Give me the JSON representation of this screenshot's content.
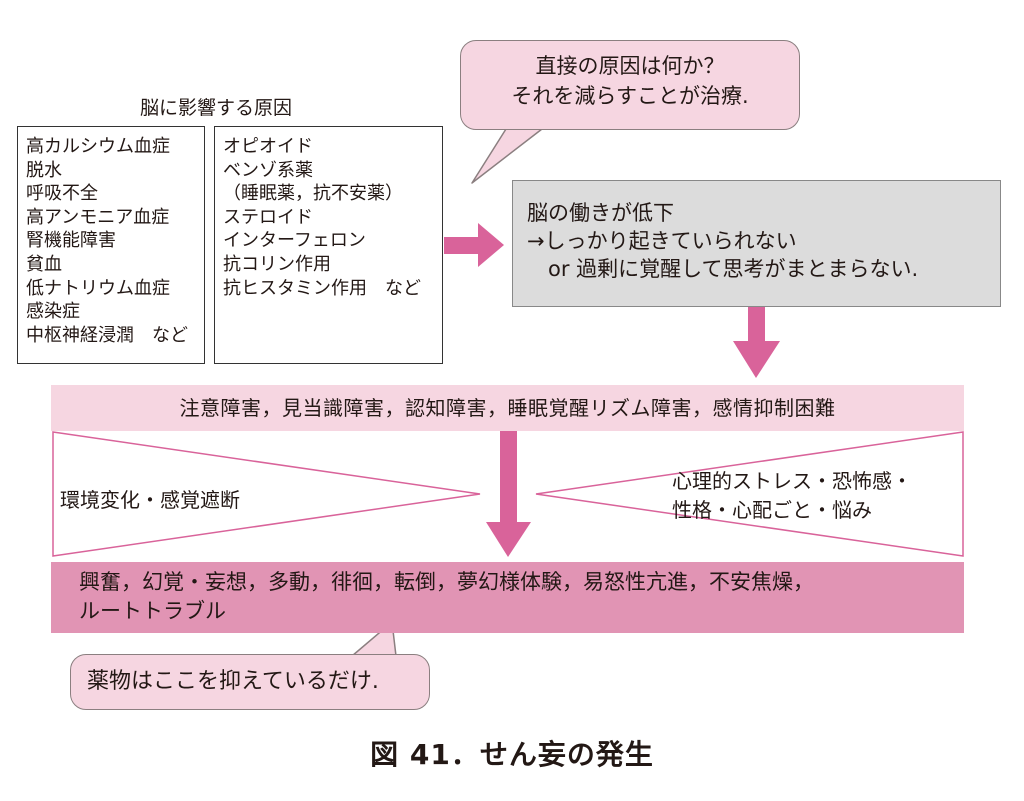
{
  "brain_causes_heading": "脳に影響する原因",
  "medical_causes": [
    "高カルシウム血症",
    "脱水",
    "呼吸不全",
    "高アンモニア血症",
    "腎機能障害",
    "貧血",
    "低ナトリウム血症",
    "感染症",
    "中枢神経浸潤　など"
  ],
  "drug_causes": [
    "オピオイド",
    "ベンゾ系薬",
    "（睡眠薬，抗不安薬）",
    "ステロイド",
    "インターフェロン",
    "抗コリン作用",
    "抗ヒスタミン作用　など"
  ],
  "callout_top": {
    "line1": "直接の原因は何か？",
    "line2": "それを減らすことが治療."
  },
  "brain_function": {
    "line1": "脳の働きが低下",
    "line2": "→しっかり起きていられない",
    "line3": "　or 過剰に覚醒して思考がまとまらない."
  },
  "core_symptoms": "注意障害，見当識障害，認知障害，睡眠覚醒リズム障害，感情抑制困難",
  "environment_factors": "環境変化・感覚遮断",
  "psychological_factors": {
    "line1": "心理的ストレス・恐怖感・",
    "line2": "性格・心配ごと・悩み"
  },
  "visible_symptoms": {
    "line1": "興奮，幻覚・妄想，多動，徘徊，転倒，夢幻様体験，易怒性亢進，不安焦燥，",
    "line2": "ルートトラブル"
  },
  "callout_bottom": "薬物はここを抑えているだけ.",
  "figure_caption": "図 41．せん妄の発生",
  "colors": {
    "light_pink": "#f6d6e1",
    "dark_pink": "#e194b4",
    "arrow_pink": "#d9639a",
    "gray_box": "#dcdcdc"
  }
}
